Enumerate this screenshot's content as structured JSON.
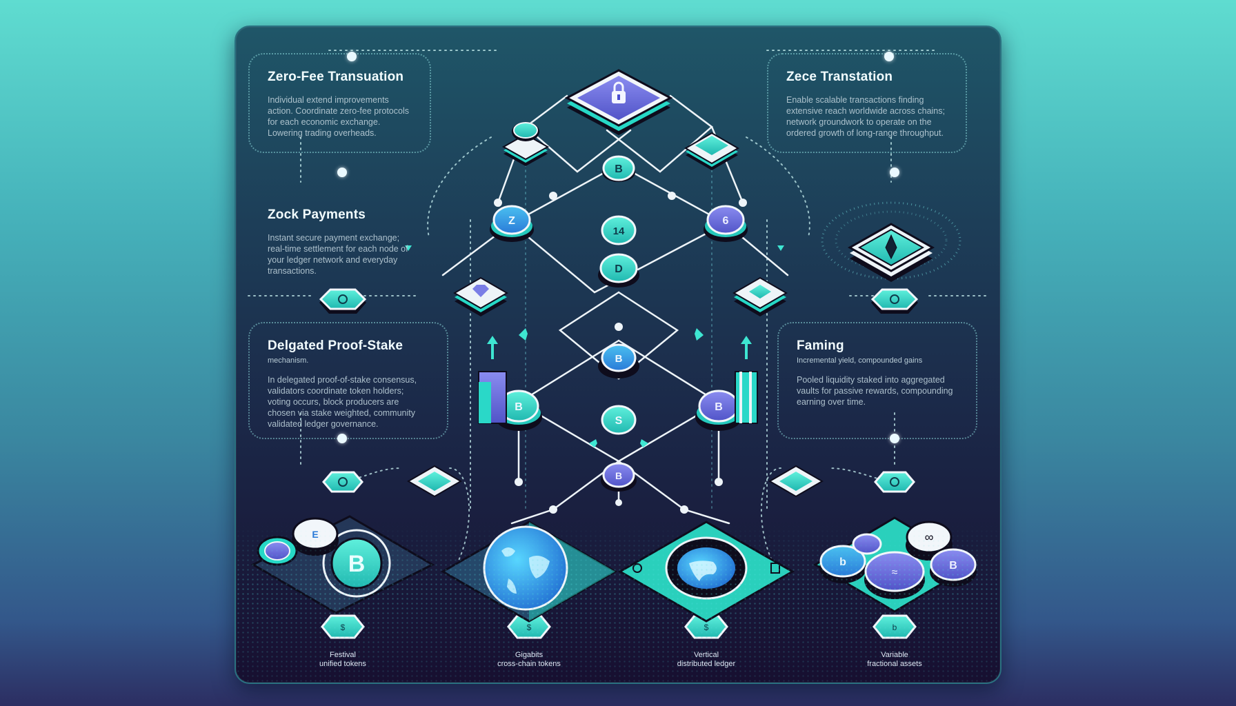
{
  "background": {
    "top": "#5fdcd0",
    "bottom": "#2c2e62"
  },
  "colors": {
    "accent_teal": "#2ee0c6",
    "accent_violet": "#6b6ee0",
    "outline": "#0e0c1c",
    "line": "#f0f0f0"
  },
  "panels": [
    {
      "id": "top-left",
      "title": "Zero-Fee Transuation",
      "body": "Individual extend improvements action. Coordinate zero-fee protocols for each economic exchange. Lowering trading overheads."
    },
    {
      "id": "top-right",
      "title": "Zece Transtation",
      "body": "Enable scalable transactions finding extensive reach worldwide across chains; network groundwork to operate on the ordered growth of long-range throughput."
    },
    {
      "id": "mid-left",
      "title": "Zock Payments",
      "body": "Instant secure payment exchange; real-time settlement for each node of your ledger network and everyday transactions."
    },
    {
      "id": "lower-left",
      "title": "Delgated Proof-Stake",
      "subtitle": "mechanism.",
      "body": "In delegated proof-of-stake consensus, validators coordinate token holders; voting occurs, block producers are chosen via stake weighted, community validated ledger governance."
    },
    {
      "id": "lower-right",
      "title": "Faming",
      "subtitle": "Incremental yield, compounded gains",
      "body": "Pooled liquidity staked into aggregated vaults for passive rewards, compounding earning over time."
    }
  ],
  "bottom_captions": [
    {
      "line1": "Festival",
      "line2": "unified tokens"
    },
    {
      "line1": "Gigabits",
      "line2": "cross-chain tokens"
    },
    {
      "line1": "Vertical",
      "line2": "distributed ledger"
    },
    {
      "line1": "Variable",
      "line2": "fractional assets"
    }
  ],
  "icons": {
    "top_block": "lock-icon",
    "right_block": "ethereum-diamond-icon",
    "left_block": "gem-icon",
    "bottom_platforms": [
      "bitcoin-vault-icon",
      "globe-icon",
      "world-map-icon",
      "coin-cluster-icon"
    ],
    "center_coins": [
      "B",
      "Z",
      "14",
      "D",
      "B",
      "S",
      "B",
      "B",
      "B"
    ]
  }
}
